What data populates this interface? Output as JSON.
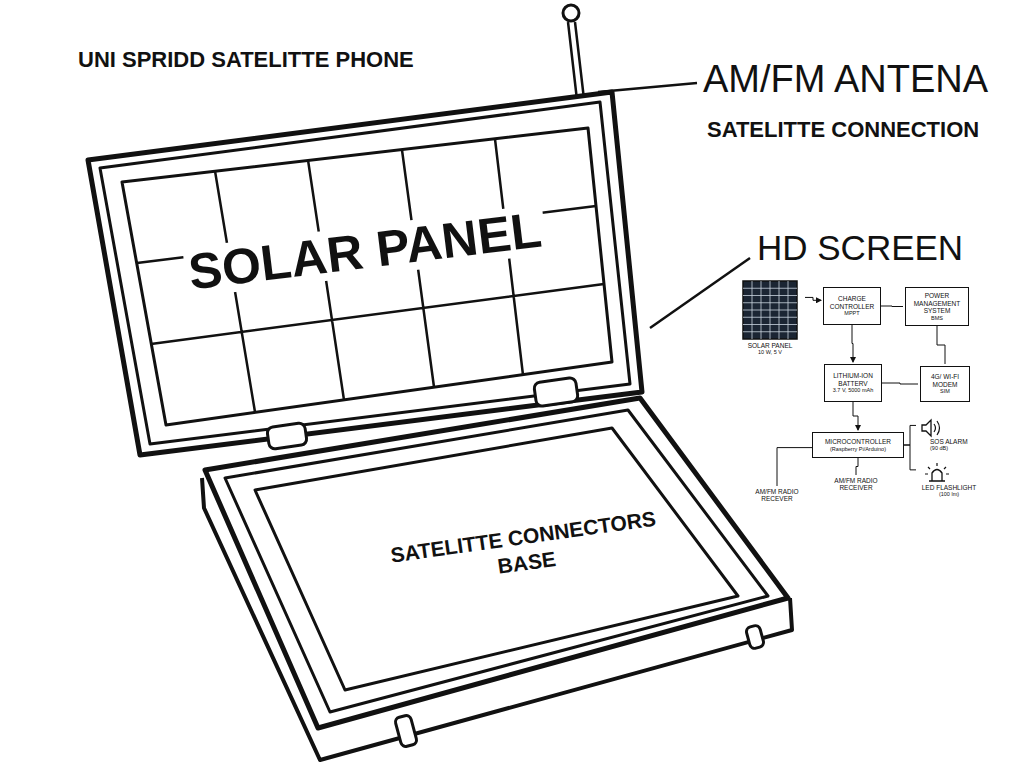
{
  "diagram": {
    "title": "UNI SPRIDD SATELITTE PHONE",
    "nodes": [
      {
        "text": [
          "SOLAR PANEL"
        ]
      },
      {
        "text": [
          "SATELITTE CONNECTORS BASE"
        ]
      },
      {
        "text": [
          "SOLAR PANEL",
          "10 W, 5 V"
        ]
      },
      {
        "text": [
          "CHARGE CONTROLLER",
          "MPPT"
        ]
      },
      {
        "text": [
          "POWER MANAGEMENT SYSTEM",
          "BMS"
        ]
      },
      {
        "text": [
          "LITHIUM-ION BATTERV",
          "3.7 V, 5000 mAh"
        ]
      },
      {
        "text": [
          "4G/ WI-FI MODEM",
          "SIM"
        ]
      },
      {
        "text": [
          "MICROCONTROLLER",
          "(Raspberry Pi/Arduino)"
        ]
      },
      {
        "text": [
          "SOS ALARM",
          "(90 dB)"
        ]
      },
      {
        "text": [
          "LED FLASHLIGHT",
          "(100 lm)"
        ]
      },
      {
        "text": [
          "AM/FM RADIO RECEVER"
        ]
      },
      {
        "text": [
          "AM/FM RADIO RECEIVER"
        ]
      }
    ],
    "edges": [
      {
        "from": 2,
        "to": 3,
        "arrow": "to"
      },
      {
        "from": 3,
        "to": 4,
        "arrow": "none"
      },
      {
        "from": 3,
        "to": 5,
        "arrow": "to"
      },
      {
        "from": 5,
        "to": 6,
        "arrow": "none"
      },
      {
        "from": 4,
        "to": 6,
        "arrow": "none"
      },
      {
        "from": 5,
        "to": 7,
        "arrow": "to"
      },
      {
        "from": 7,
        "to": 8,
        "arrow": "none"
      },
      {
        "from": 7,
        "to": 9,
        "arrow": "none"
      },
      {
        "from": 7,
        "to": 10,
        "arrow": "none"
      },
      {
        "from": 7,
        "to": 11,
        "arrow": "none"
      }
    ],
    "labels": [
      "AM/FM ANTENA",
      "SATELITTE CONNECTION",
      "HD SCREEN"
    ]
  }
}
